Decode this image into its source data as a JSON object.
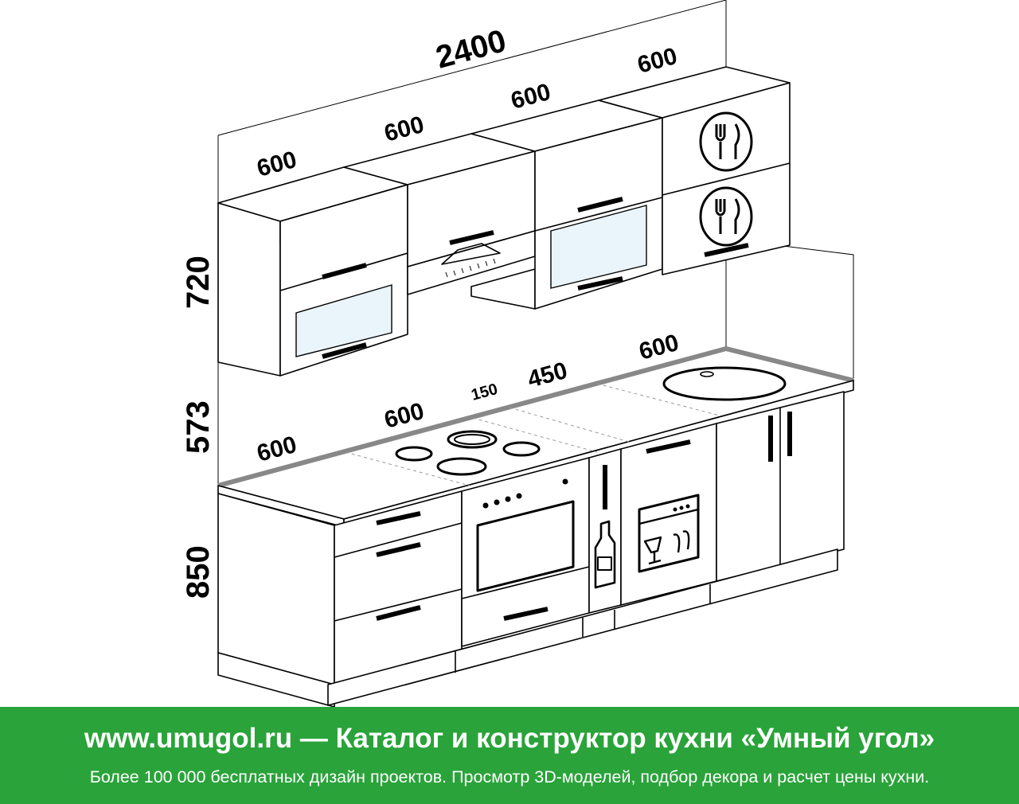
{
  "dimensions": {
    "total_width": "2400",
    "upper_modules": [
      "600",
      "600",
      "600",
      "600"
    ],
    "lower_modules": [
      "600",
      "600",
      "150",
      "450",
      "600"
    ],
    "upper_height": "720",
    "gap_height": "573",
    "lower_height": "850"
  },
  "footer": {
    "site": "www.umugol.ru",
    "separator": "—",
    "title": "Каталог и конструктор кухни «Умный угол»",
    "subtitle": "Более 100 000 бесплатных дизайн проектов. Просмотр 3D-моделей, подбор декора и расчет цены кухни."
  },
  "colors": {
    "footer_bg": "#2aa33a",
    "footer_text": "#ffffff",
    "glass": "#eaf4fb",
    "countertop_edge": "#888888"
  },
  "icons": [
    "range-hood-icon",
    "cutlery-plate-icon",
    "bottle-glass-icon",
    "dishwasher-icon",
    "sink-icon",
    "cooktop-icon",
    "oven-icon"
  ]
}
